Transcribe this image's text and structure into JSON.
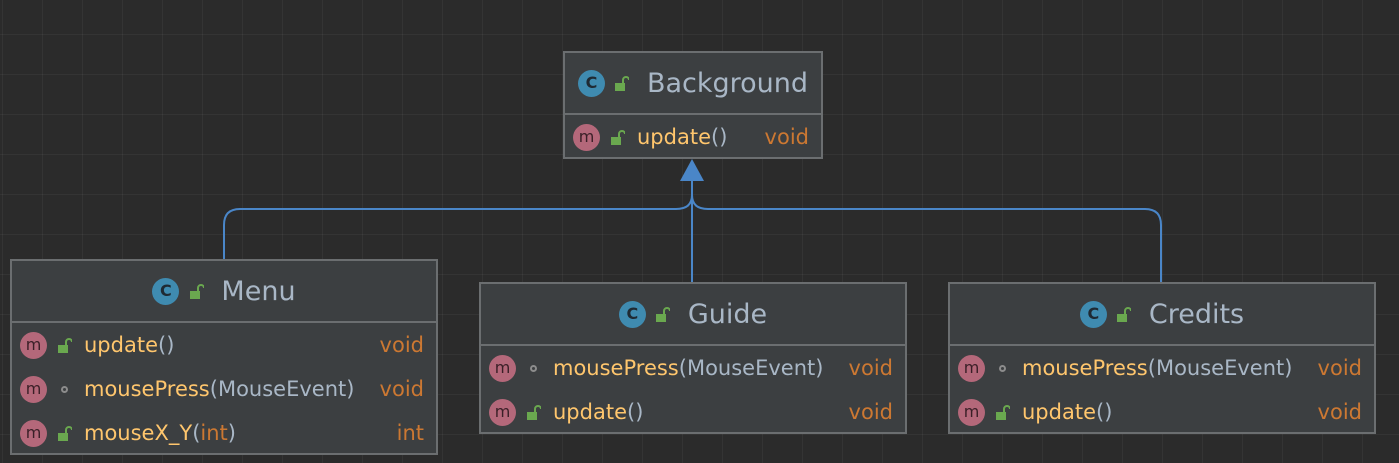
{
  "diagram": {
    "arrow_color": "#4a86c8",
    "classes": {
      "background": {
        "kind": "C",
        "name": "Background",
        "members": [
          {
            "kind": "m",
            "visibility": "public",
            "name": "update",
            "open": "(",
            "param": "",
            "close": ")",
            "type": "void"
          }
        ]
      },
      "menu": {
        "kind": "C",
        "name": "Menu",
        "members": [
          {
            "kind": "m",
            "visibility": "public",
            "name": "update",
            "open": "(",
            "param": "",
            "close": ")",
            "type": "void"
          },
          {
            "kind": "m",
            "visibility": "package",
            "name": "mousePress",
            "open": "(",
            "param": "MouseEvent",
            "close": ")",
            "type": "void"
          },
          {
            "kind": "m",
            "visibility": "public",
            "name": "mouseX_Y",
            "open": "(",
            "param": "int",
            "close": ")",
            "type": "int"
          }
        ]
      },
      "guide": {
        "kind": "C",
        "name": "Guide",
        "members": [
          {
            "kind": "m",
            "visibility": "package",
            "name": "mousePress",
            "open": "(",
            "param": "MouseEvent",
            "close": ")",
            "type": "void"
          },
          {
            "kind": "m",
            "visibility": "public",
            "name": "update",
            "open": "(",
            "param": "",
            "close": ")",
            "type": "void"
          }
        ]
      },
      "credits": {
        "kind": "C",
        "name": "Credits",
        "members": [
          {
            "kind": "m",
            "visibility": "package",
            "name": "mousePress",
            "open": "(",
            "param": "MouseEvent",
            "close": ")",
            "type": "void"
          },
          {
            "kind": "m",
            "visibility": "public",
            "name": "update",
            "open": "(",
            "param": "",
            "close": ")",
            "type": "void"
          }
        ]
      }
    },
    "relations": [
      {
        "from": "Menu",
        "to": "Background",
        "type": "inherits"
      },
      {
        "from": "Guide",
        "to": "Background",
        "type": "inherits"
      },
      {
        "from": "Credits",
        "to": "Background",
        "type": "inherits"
      }
    ]
  }
}
